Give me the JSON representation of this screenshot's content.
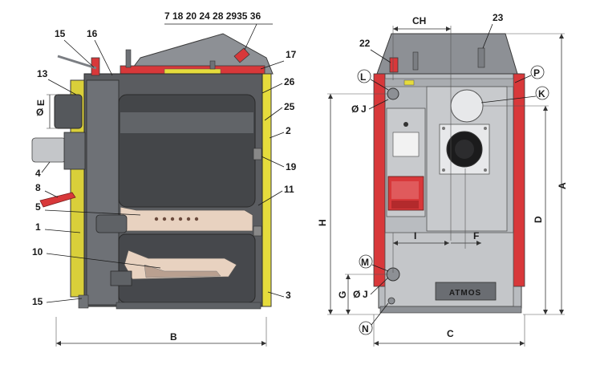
{
  "colors": {
    "boiler_yellow": "#e6dc3c",
    "boiler_red": "#d8383a",
    "body_dark": "#4a4c50",
    "body_mid": "#7a7d82",
    "body_light": "#b9bcc0",
    "firebrick": "#e8d2c0",
    "panel_gray": "#c8cacd"
  },
  "side_view": {
    "top_labels": "7 18 20 24 28 2935 36",
    "labels": {
      "n15_top": "15",
      "n16": "16",
      "n17": "17",
      "n13": "13",
      "e": "E",
      "n26": "26",
      "n25": "25",
      "n2": "2",
      "n4": "4",
      "n19": "19",
      "n8": "8",
      "n11": "11",
      "n5": "5",
      "n1": "1",
      "n10": "10",
      "n15_bottom": "15",
      "n3": "3",
      "b": "B"
    }
  },
  "back_view": {
    "labels": {
      "ch": "CH",
      "n23": "23",
      "n22": "22",
      "p": "P",
      "l": "L",
      "k": "K",
      "j_top": "J",
      "a": "A",
      "h": "H",
      "d": "D",
      "i": "I",
      "f": "F",
      "m": "M",
      "g": "G",
      "j_bottom": "J",
      "n": "N",
      "c": "C",
      "plate": "ATMOS"
    }
  }
}
